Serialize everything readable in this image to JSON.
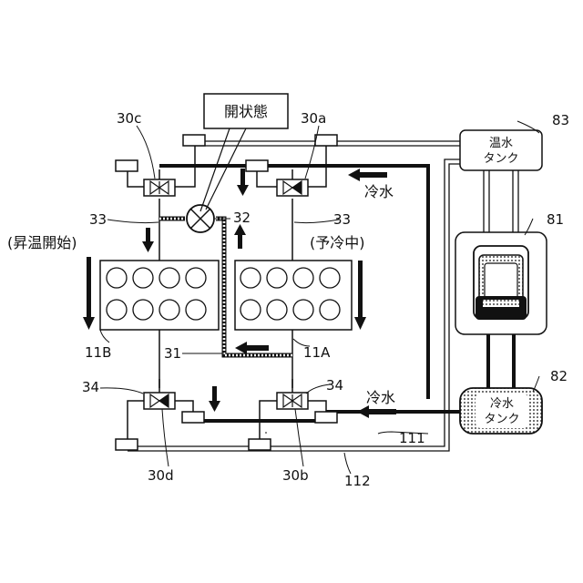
{
  "callout": {
    "text": "開状態"
  },
  "states": {
    "left": "(昇温開始)",
    "right": "(予冷中)"
  },
  "flow_labels": {
    "cold_top": "冷水",
    "cold_bottom": "冷水"
  },
  "tanks": {
    "hot": {
      "line1": "温水",
      "line2": "タンク",
      "ref": "83"
    },
    "cold": {
      "line1": "冷水",
      "line2": "タンク",
      "ref": "82"
    },
    "chiller_ref": "81"
  },
  "refs": {
    "v30a": "30a",
    "v30b": "30b",
    "v30c": "30c",
    "v30d": "30d",
    "bed11A": "11A",
    "bed11B": "11B",
    "p31": "31",
    "v32": "32",
    "left33": "33",
    "right33": "33",
    "left34": "34",
    "right34": "34",
    "p111": "111",
    "p112": "112"
  },
  "colors": {
    "line": "#111111",
    "tank_fill": "#d8d8d8",
    "background": "#ffffff"
  }
}
